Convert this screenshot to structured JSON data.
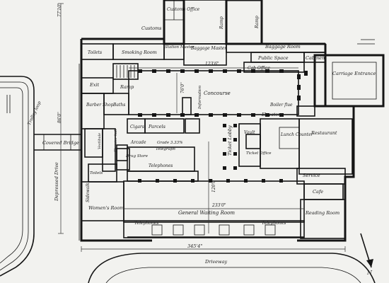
{
  "plan": {
    "rooms": {
      "customs": "Customs",
      "customs_office": "Customs Office",
      "station_master": "Station Master",
      "baggage_master": "Baggage Master",
      "baggage_room": "Baggage Room",
      "toilets_top": "Toilets",
      "smoking_room": "Smoking Room",
      "public_space": "Public Space",
      "cabmen": "Cabmen",
      "cab_office": "Cab Office",
      "carriage_entrance": "Carriage Entrance",
      "ramp_top_left": "Ramp",
      "ramp_top_right": "Ramp",
      "ramp_mid": "Ramp",
      "exit": "Exit",
      "concourse": "Concourse",
      "boiler_flue": "Boiler flue",
      "elevators": "Elevators",
      "information": "Information",
      "barber_shop": "Barber Shop",
      "baths": "Baths",
      "cigars": "Cigars",
      "parcels": "Parcels",
      "vault": "Vault",
      "lunch_counter": "Lunch Counter",
      "restaurant": "Restaurant",
      "arcade": "Arcade",
      "grade": "Grade 3.33%",
      "telegraph": "Telegraph",
      "telephones_arcade": "Telephones",
      "ticket_lobby": "Ticket Lobby",
      "ticket_office": "Ticket Office",
      "drug_store": "Drug Store",
      "vestibule": "Vestibule",
      "elevator_hall": "Elevator hall",
      "toilets_left": "Toilets",
      "service": "Service",
      "cafe": "Cafe",
      "womens_room": "Women's Room",
      "general_waiting_room": "General Waiting Room",
      "reading_room": "Reading Room",
      "telephones_left": "Telephones",
      "telephones_right": "Telephones",
      "covered_bridge": "Covered Bridge",
      "trolley_loop": "Trolley loop",
      "depressed_drive": "Depressed Drive",
      "sidewalk": "Sidewalk",
      "driveway": "Driveway"
    },
    "dimensions": {
      "top_left": "77'10\"",
      "concourse_width": "123'6\"",
      "concourse_depth": "76'0\"",
      "bridge_length": "86'0\"",
      "waiting_room_depth": "120'0\"",
      "waiting_room_width": "233'0\"",
      "overall_width": "345'4\""
    },
    "north_arrow": "N"
  }
}
